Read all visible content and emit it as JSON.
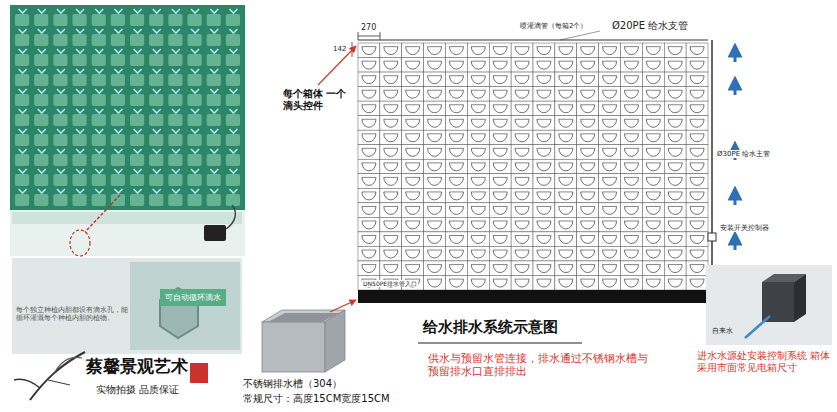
{
  "diagram": {
    "title": "给水排水系统示意图",
    "nodes": [
      {
        "text": [
          "可自动循环滴水"
        ]
      }
    ],
    "labels": [
      "每个箱体 一个滴头控件",
      "270",
      "142",
      "喷灌滴管（每箱2个）",
      "Ø20PE 给水支管",
      "Ø30PE 给水主管",
      "安装开关控制器",
      "DN50PE排水管入口",
      "每个独立种植内胆都设有滴水孔，能循环灌溉每个种植内胆的植物。",
      "不锈钢排水槽（304）",
      "常规尺寸：高度15CM宽度15CM",
      "供水与预留水管连接，排水通过不锈钢水槽与预留排水口直排排出",
      "自来水",
      "进水水源处安装控制系统 箱体采用市面常见电箱尺寸",
      "蔡馨景观艺术",
      "实物拍摄 品质保证"
    ]
  }
}
